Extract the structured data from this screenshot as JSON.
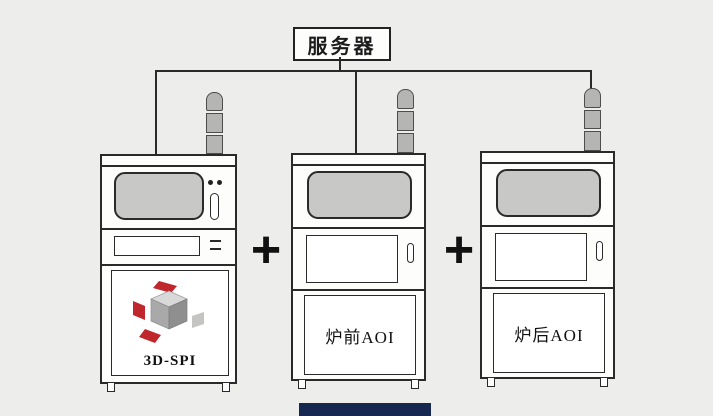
{
  "server": {
    "label": "服务器"
  },
  "machines": [
    {
      "label": "3D-SPI"
    },
    {
      "label": "炉前AOI"
    },
    {
      "label": "炉后AOI"
    }
  ],
  "operators": {
    "plus_left": "+",
    "plus_right": "+"
  },
  "colors": {
    "background": "#ededeb",
    "line": "#2a2a2a",
    "screen_gray": "#c8c8c6",
    "tower_gray": "#b5b5b3",
    "accent_red": "#c0272d",
    "cube_top": "#d8d8d8",
    "cube_left": "#a9a9a9",
    "cube_right": "#8f8f8f",
    "banner_navy": "#16284f"
  },
  "icons": {
    "signal_tower": "stack-light-icon",
    "spi_cube": "3d-cube-with-red-markers-icon"
  }
}
